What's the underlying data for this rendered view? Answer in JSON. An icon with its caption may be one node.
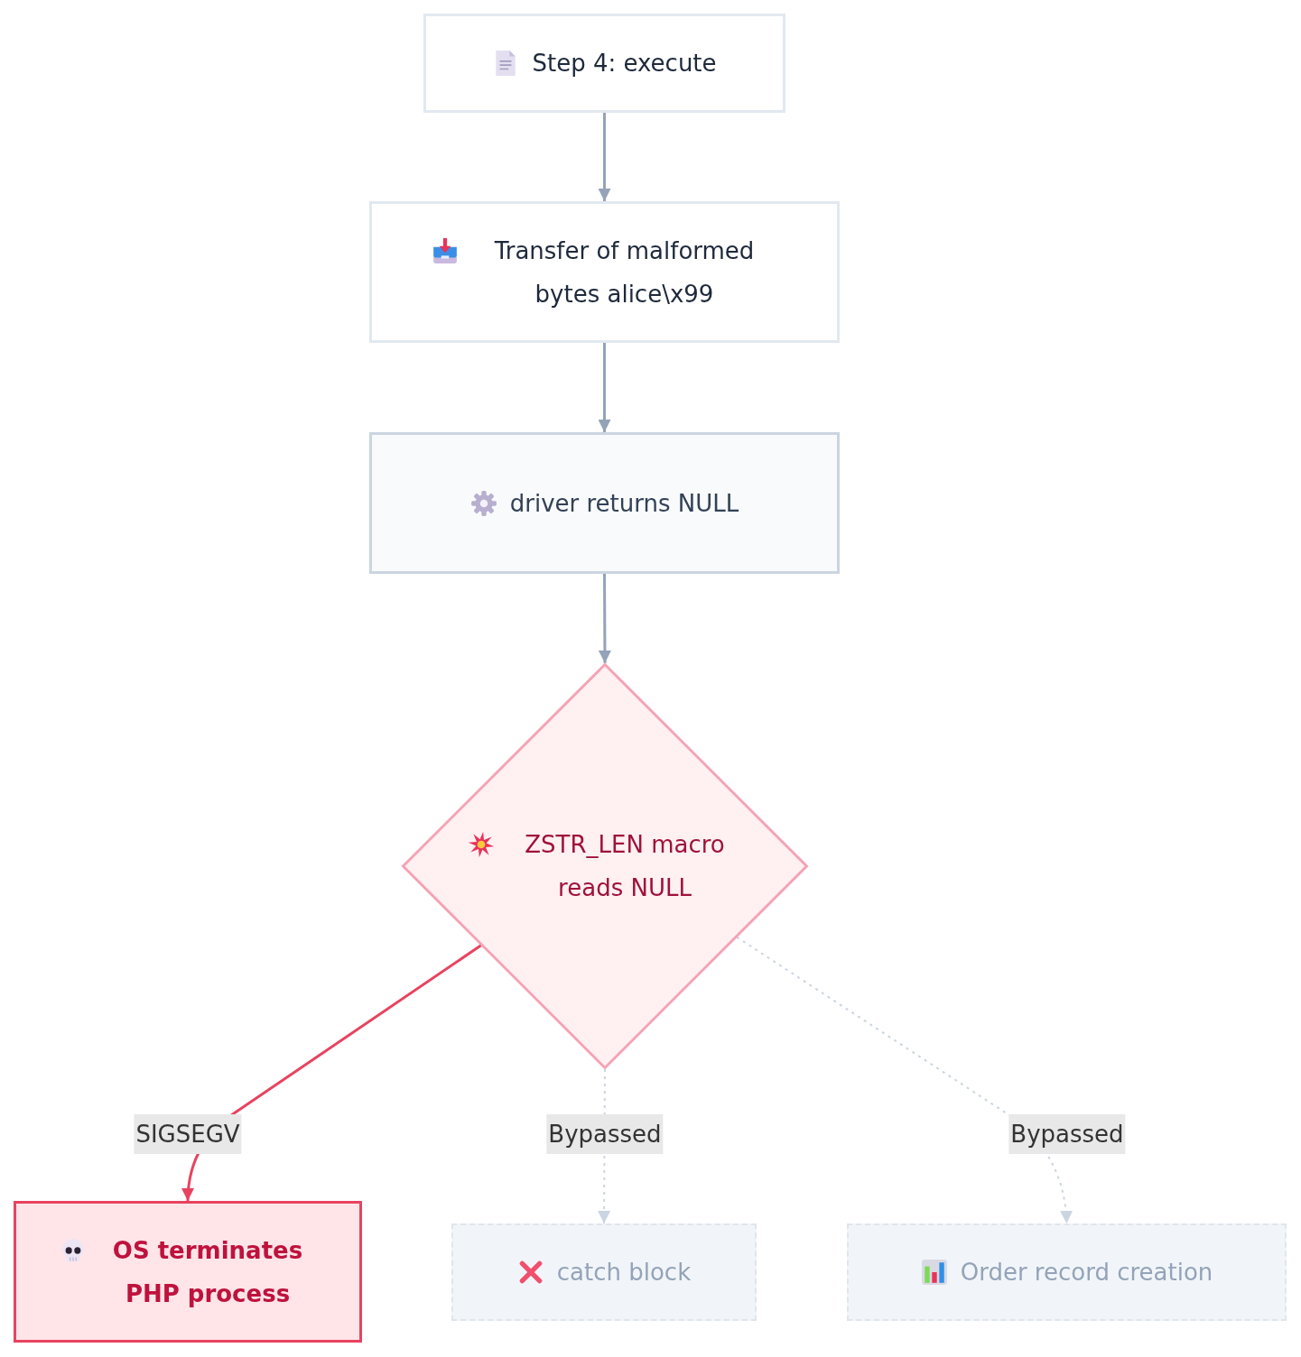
{
  "diagram": {
    "nodes": [
      {
        "text": [
          "Step 4: execute"
        ]
      },
      {
        "text": [
          "Transfer of malformed bytes alice\\x99"
        ]
      },
      {
        "text": [
          "driver returns NULL"
        ]
      },
      {
        "text": [
          "ZSTR_LEN macro reads NULL"
        ]
      },
      {
        "text": [
          "OS terminates PHP process"
        ]
      },
      {
        "text": [
          "catch block"
        ]
      },
      {
        "text": [
          "Order record creation"
        ]
      }
    ],
    "edges": [
      {
        "from": 0,
        "to": 1,
        "arrow": "to"
      },
      {
        "from": 1,
        "to": 2,
        "arrow": "to"
      },
      {
        "from": 2,
        "to": 3,
        "arrow": "to"
      },
      {
        "from": 3,
        "to": 4,
        "arrow": "to",
        "label": "SIGSEGV",
        "color": "#e8435f"
      },
      {
        "from": 3,
        "to": 5,
        "arrow": "to",
        "label": "Bypassed",
        "style": "dashed",
        "color": "#cbd5e1"
      },
      {
        "from": 3,
        "to": 6,
        "arrow": "to",
        "label": "Bypassed",
        "style": "dashed",
        "color": "#cbd5e1"
      }
    ]
  }
}
